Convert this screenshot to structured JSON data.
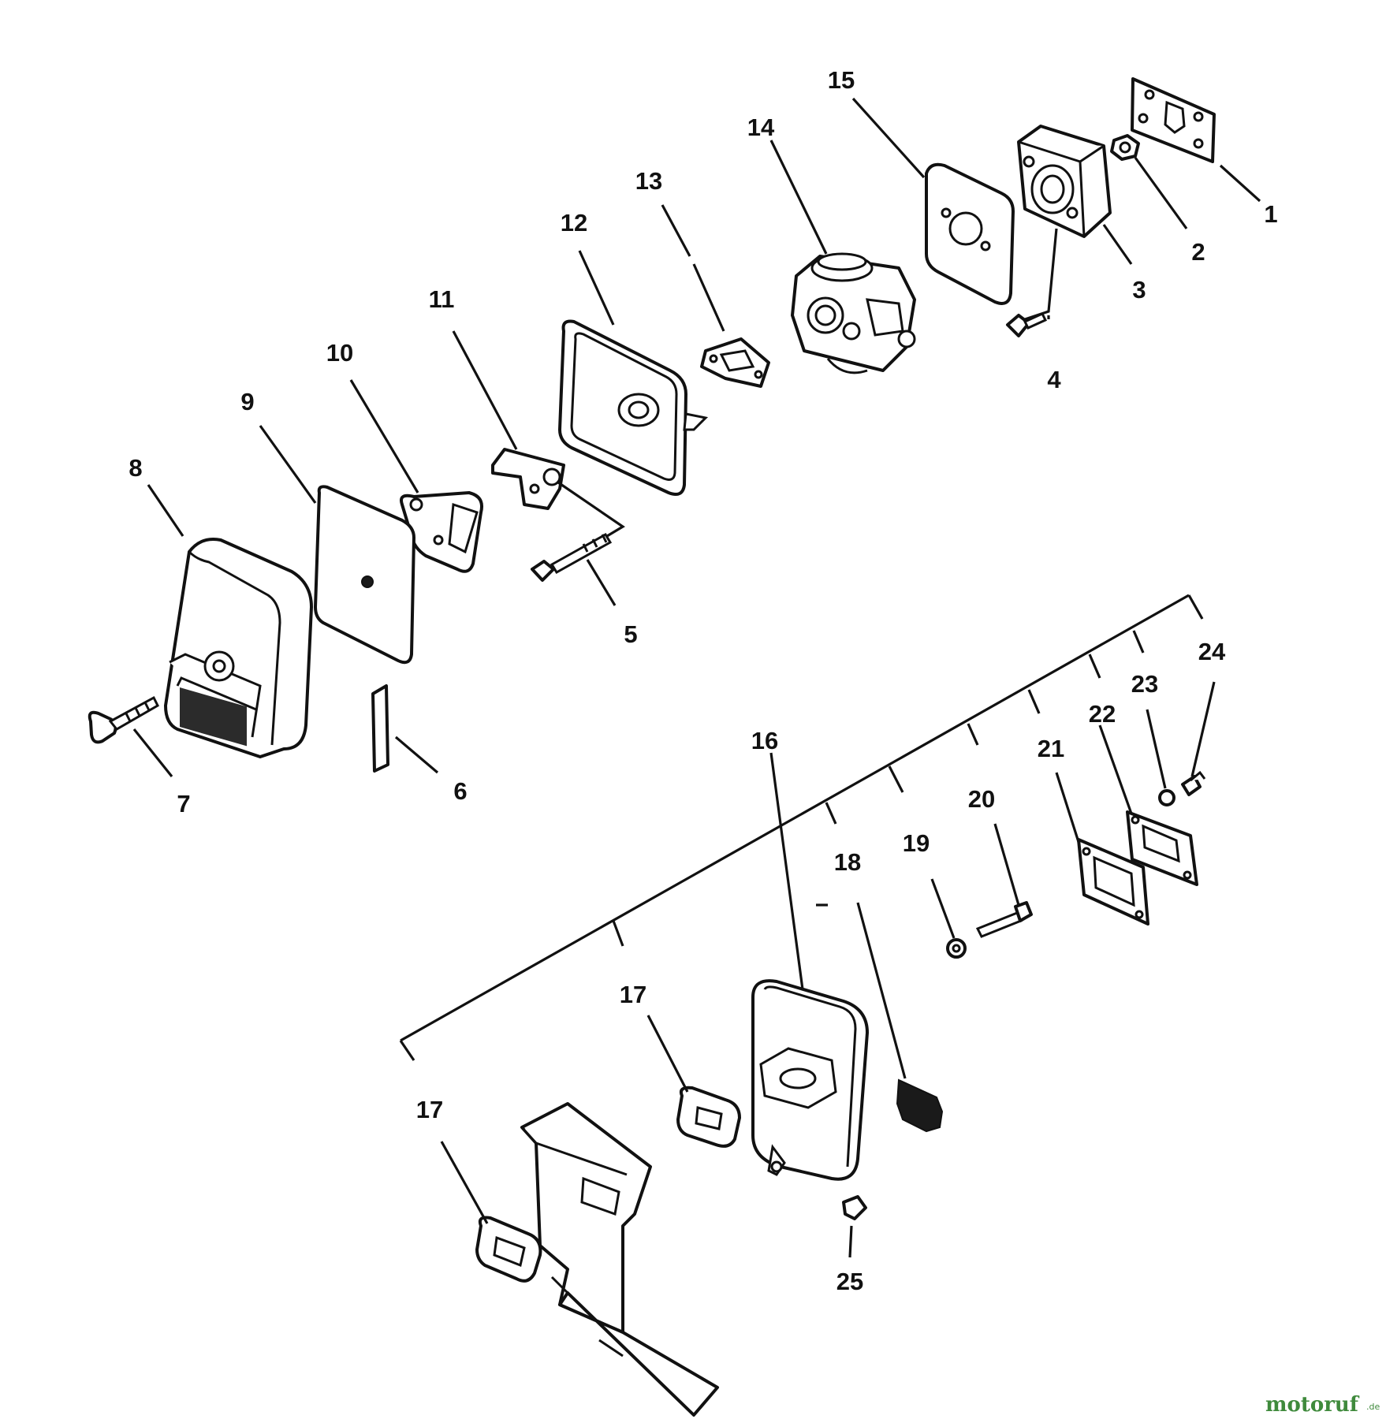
{
  "parts": [
    "1",
    "2",
    "3",
    "4",
    "5",
    "6",
    "7",
    "8",
    "9",
    "10",
    "11",
    "12",
    "13",
    "14",
    "15",
    "16",
    "17",
    "17",
    "18",
    "19",
    "20",
    "21",
    "22",
    "23",
    "24",
    "25"
  ],
  "watermark": {
    "name": "motoruf",
    "suffix": ".de"
  }
}
